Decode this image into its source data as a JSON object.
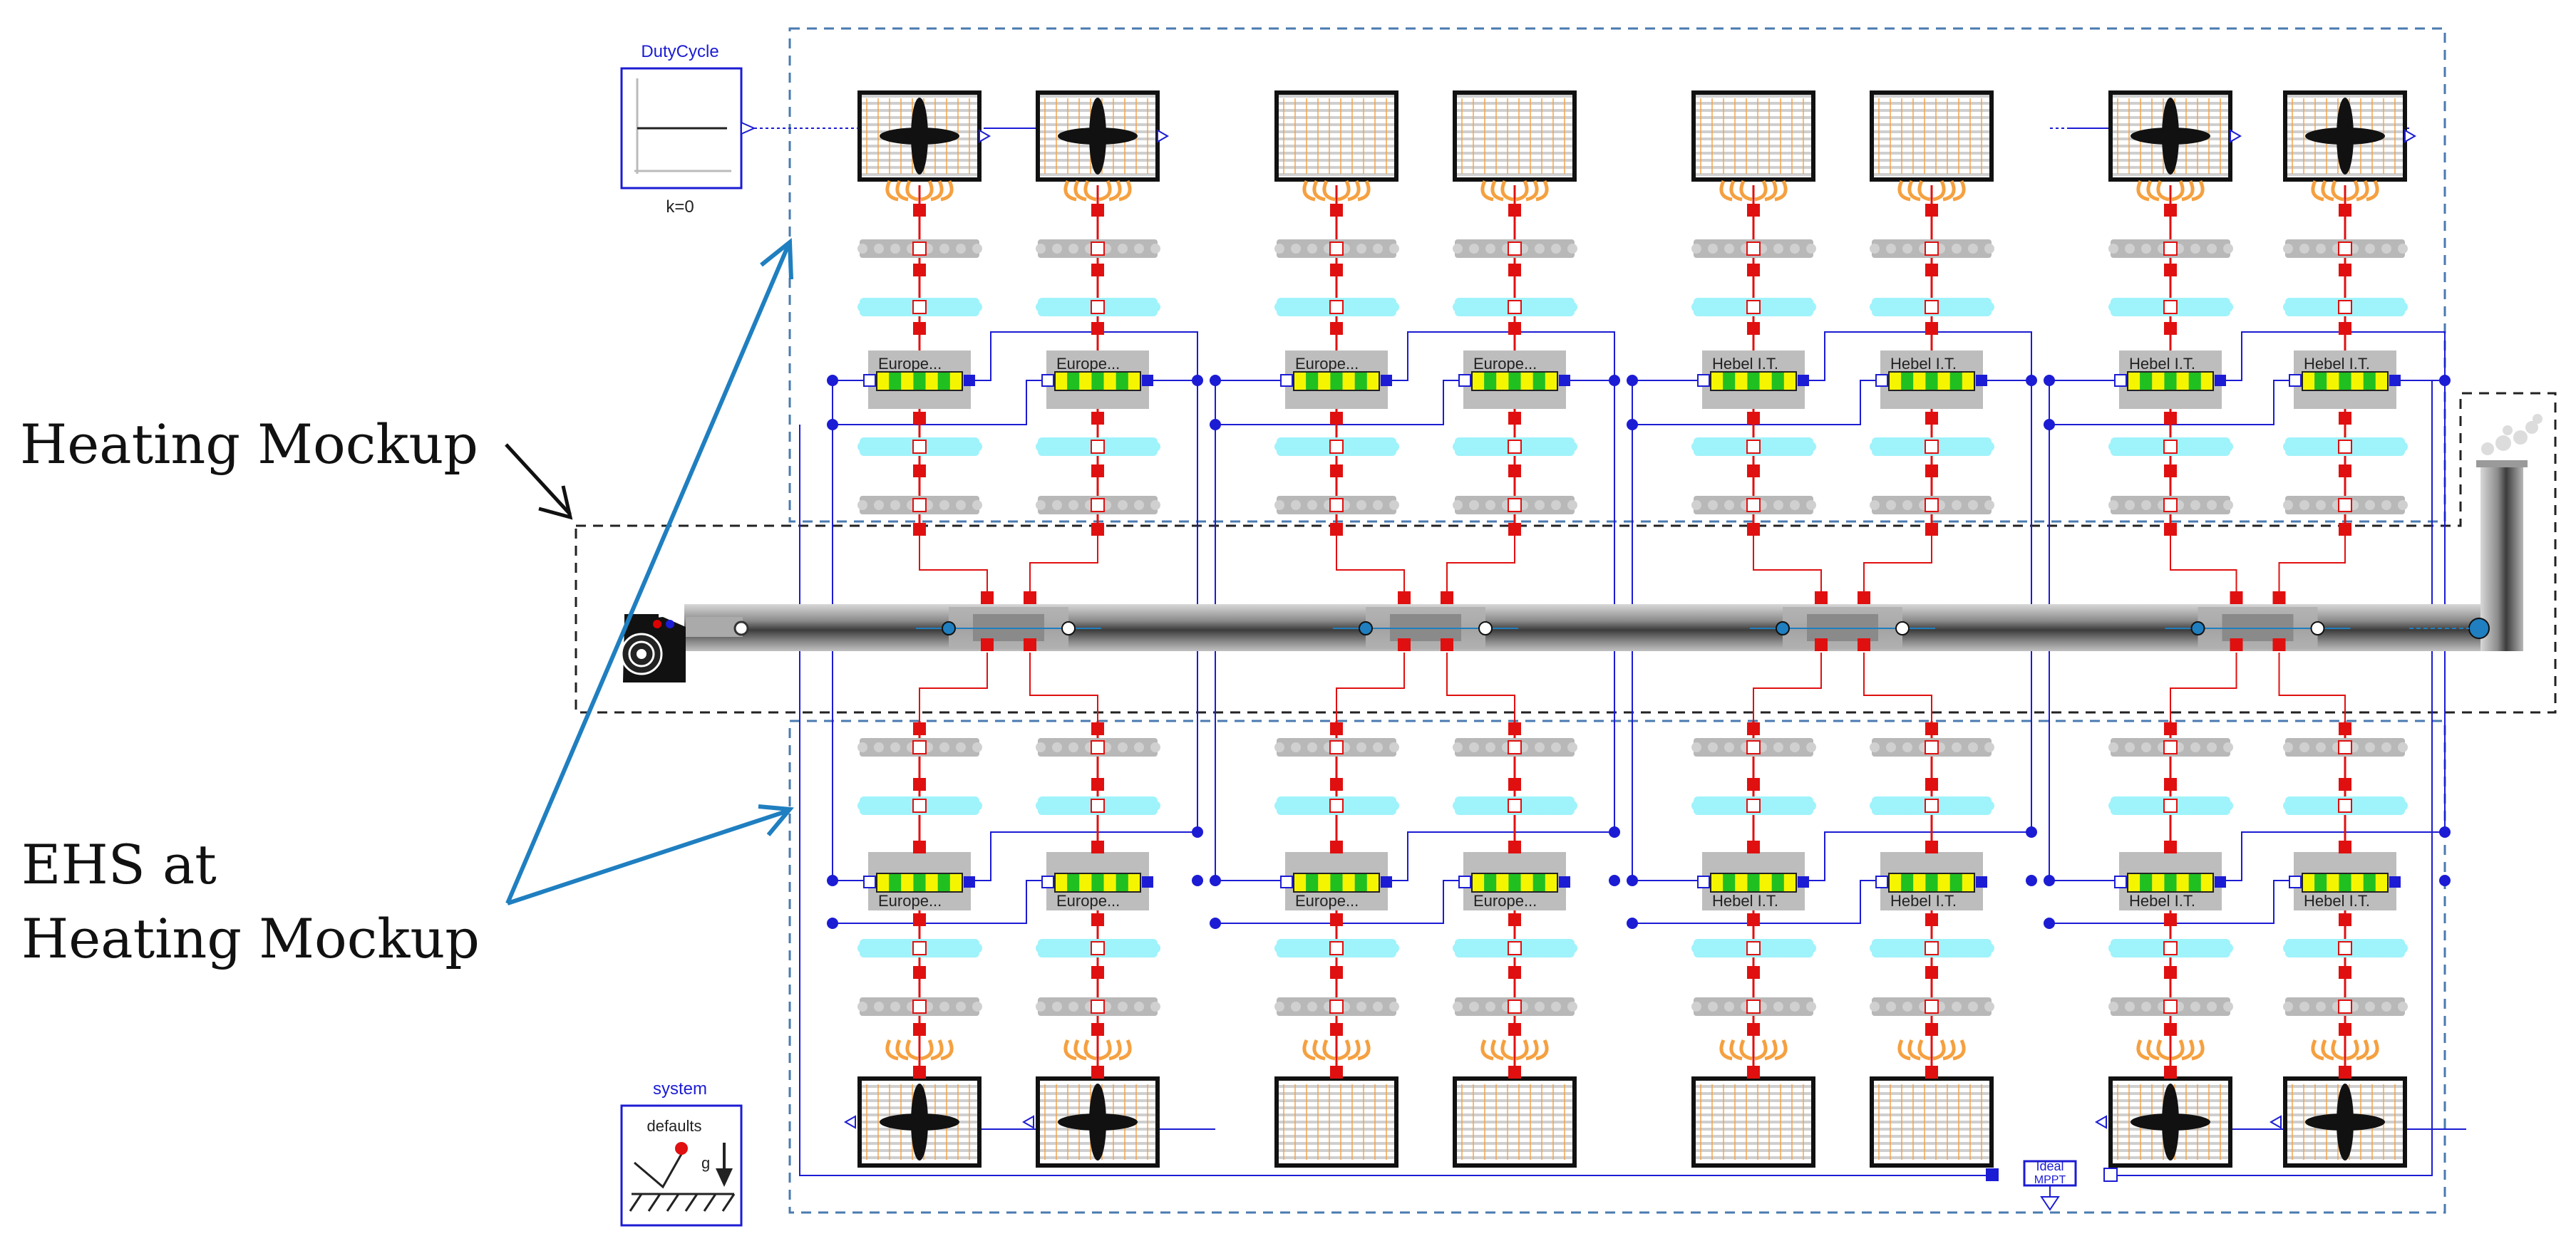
{
  "annotations": {
    "heating_mockup": "Heating Mockup",
    "ehs_line1": "EHS at",
    "ehs_line2": "Heating Mockup"
  },
  "blocks": {
    "duty_cycle_title": "DutyCycle",
    "duty_cycle_param": "k=0",
    "system_title": "system",
    "system_label": "defaults",
    "gravity_label": "g",
    "ideal_mppt_label1": "Ideal",
    "ideal_mppt_label2": "MPPT"
  },
  "heater_labels": {
    "top": [
      "Europe...",
      "Europe...",
      "Europe...",
      "Europe...",
      "Hebel I.T.",
      "Hebel I.T.",
      "Hebel I.T.",
      "Hebel I.T."
    ],
    "bottom": [
      "Europe...",
      "Europe...",
      "Europe...",
      "Europe...",
      "Hebel I.T.",
      "Hebel I.T.",
      "Hebel I.T.",
      "Hebel I.T."
    ]
  },
  "colors": {
    "signal_blue": "#1c1cd4",
    "heat_red": "#e01010",
    "annotation_arrow": "#1f7fc0",
    "dashed_boundary": "#4a7ab0",
    "insulation_cyan": "#9ff3fb",
    "copper_orange": "#f5a040",
    "heater_yellow": "#f5f500",
    "heater_green": "#20c020"
  }
}
